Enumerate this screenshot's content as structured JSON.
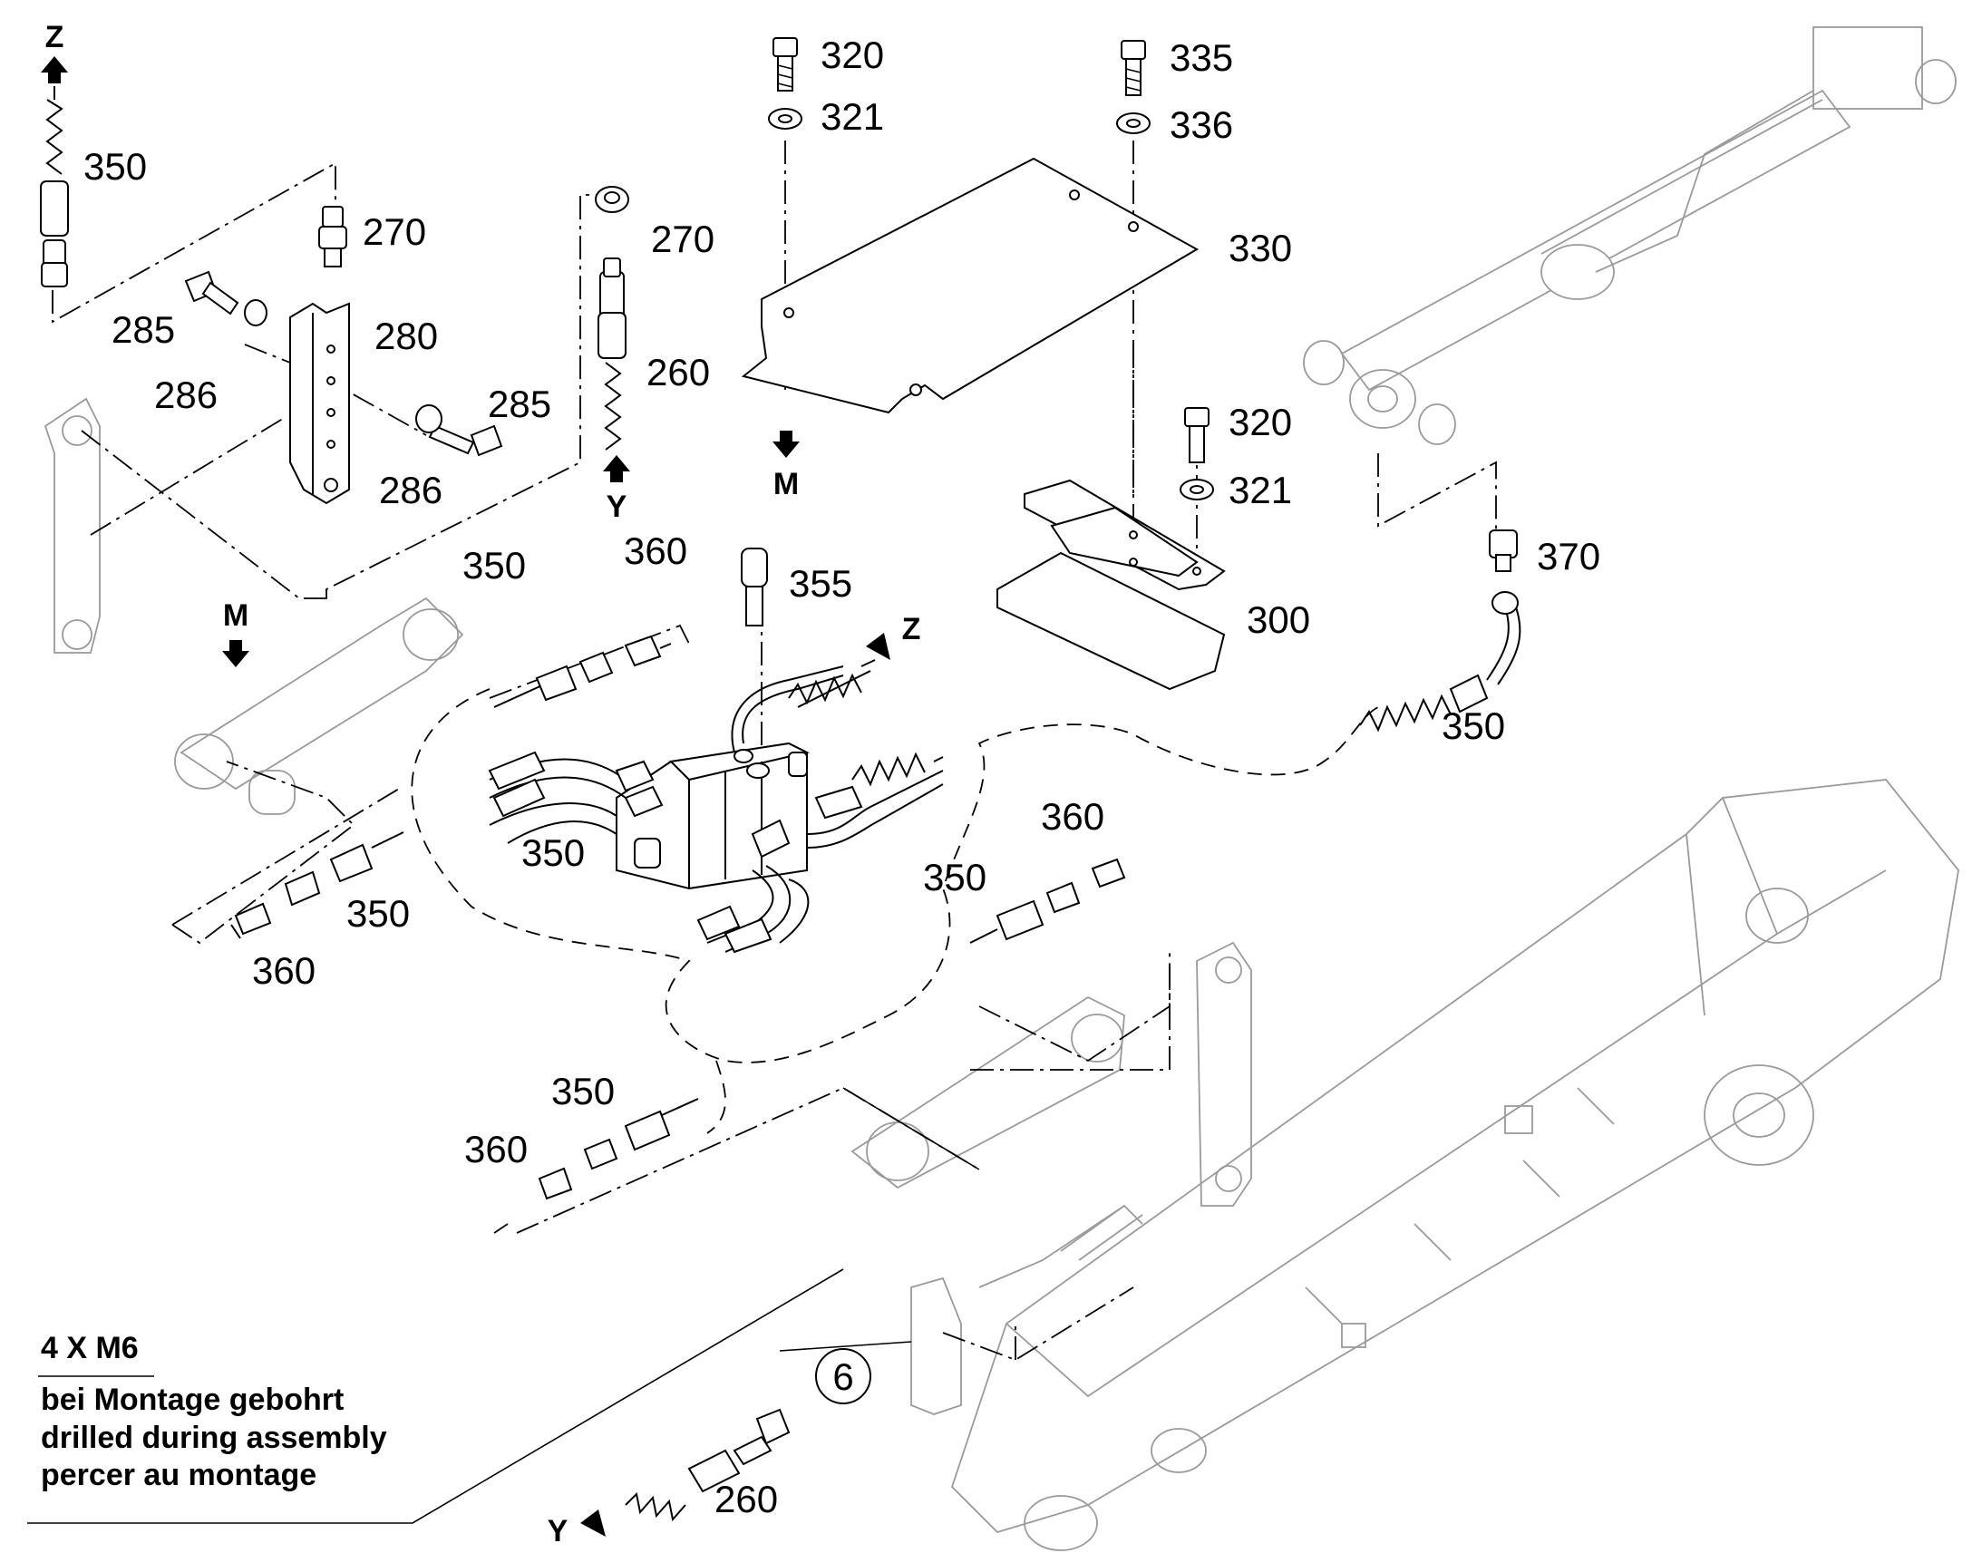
{
  "callouts": {
    "c350_a": "350",
    "c270_a": "270",
    "c285_a": "285",
    "c280": "280",
    "c286_a": "286",
    "c285_b": "285",
    "c286_b": "286",
    "c270_b": "270",
    "c260_a": "260",
    "c320_a": "320",
    "c321_a": "321",
    "c335": "335",
    "c336": "336",
    "c330": "330",
    "c320_b": "320",
    "c321_b": "321",
    "c300": "300",
    "c370": "370",
    "c350_b": "350",
    "c350_c": "350",
    "c360_a": "360",
    "c355": "355",
    "c350_d": "350",
    "c350_e": "350",
    "c360_b": "360",
    "c360_c": "360",
    "c350_f": "350",
    "c350_g": "350",
    "c360_d": "360",
    "c260_b": "260",
    "c6": "6"
  },
  "letters": {
    "z_top": "Z",
    "y_mid": "Y",
    "m_mid": "M",
    "m_left": "M",
    "z_right": "Z",
    "y_bottom": "Y"
  },
  "note": {
    "spec": "4 X M6",
    "de": "bei Montage gebohrt",
    "en": "drilled during assembly",
    "fr": "percer au montage"
  }
}
